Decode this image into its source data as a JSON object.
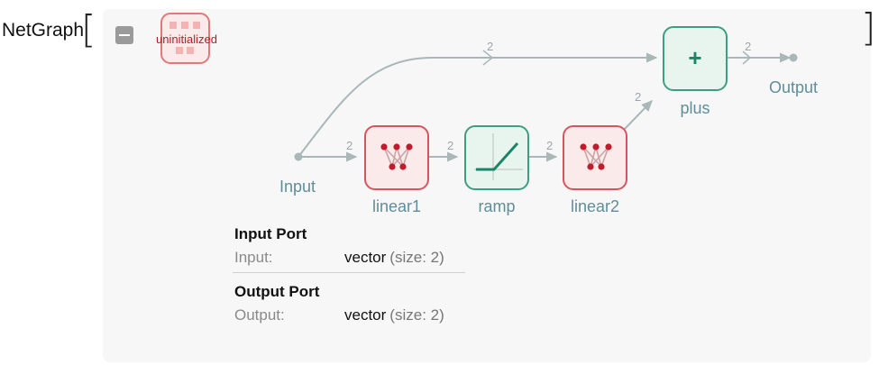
{
  "expression_head": "NetGraph",
  "brackets": {
    "open": "[",
    "close": "]"
  },
  "status": {
    "text": "uninitialized",
    "color": "#b21e2b"
  },
  "nodes": {
    "input": "Input",
    "linear1": "linear1",
    "ramp": "ramp",
    "linear2": "linear2",
    "plus": "plus",
    "plus_symbol": "+",
    "output": "Output"
  },
  "edge_dims": {
    "input_to_linear1": "2",
    "linear1_to_ramp": "2",
    "ramp_to_linear2": "2",
    "linear2_to_plus": "2",
    "input_to_plus": "2",
    "plus_to_output": "2"
  },
  "input_port": {
    "title": "Input Port",
    "name": "Input:",
    "type": "vector",
    "size": "(size: 2)"
  },
  "output_port": {
    "title": "Output Port",
    "name": "Output:",
    "type": "vector",
    "size": "(size: 2)"
  },
  "colors": {
    "linear_border": "#d4555f",
    "linear_fill": "#fbeaea",
    "ramp_border": "#3f9d83",
    "ramp_fill": "#e8f5ee",
    "edge": "#a9b7b9",
    "label": "#5f8d99"
  }
}
